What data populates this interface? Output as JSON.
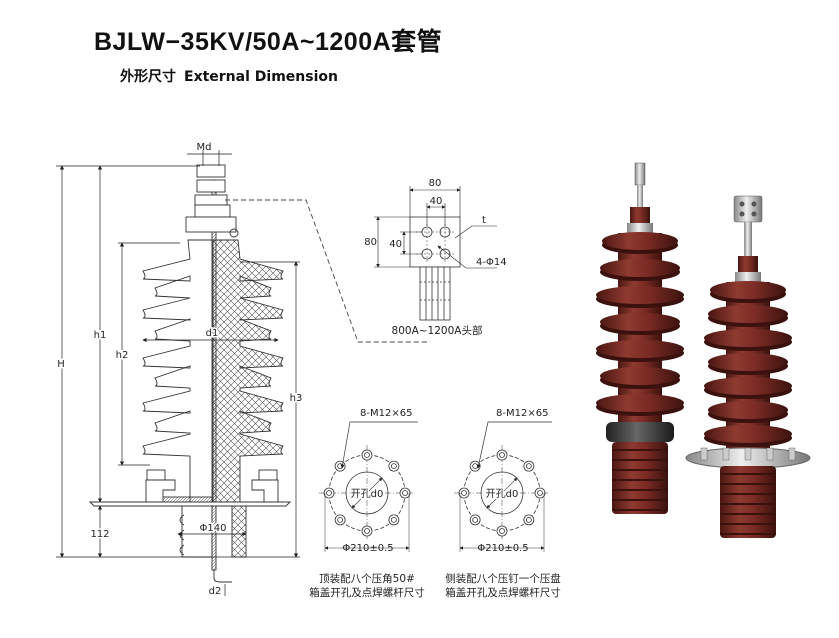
{
  "header": {
    "title": "BJLW−35KV/50A~1200A套管",
    "subtitle_cn": "外形尺寸",
    "subtitle_en": "External Dimension"
  },
  "main_drawing": {
    "labels": {
      "md": "Md",
      "H": "H",
      "h1": "h1",
      "h2": "h2",
      "h3": "h3",
      "d1": "d1",
      "d2": "d2",
      "bottom_height": "112",
      "phi140": "Φ140"
    }
  },
  "terminal_detail": {
    "width": "80",
    "hole_spacing_h": "40",
    "height": "80",
    "hole_spacing_v": "40",
    "thickness": "t",
    "holes": "4-Φ14",
    "caption": "800A~1200A头部"
  },
  "flange_top": {
    "bolts": "8-M12×65",
    "hole": "开孔d0",
    "diameter": "Φ210±0.5",
    "caption_line1": "顶装配八个压角50#",
    "caption_line2": "箱盖开孔及点焊螺杆尺寸"
  },
  "flange_side": {
    "bolts": "8-M12×65",
    "hole": "开孔d0",
    "diameter": "Φ210±0.5",
    "caption_line1": "侧装配八个压钉一个压盘",
    "caption_line2": "箱盖开孔及点焊螺杆尺寸"
  },
  "colors": {
    "porcelain": "#7b2b24",
    "line": "#333333"
  }
}
